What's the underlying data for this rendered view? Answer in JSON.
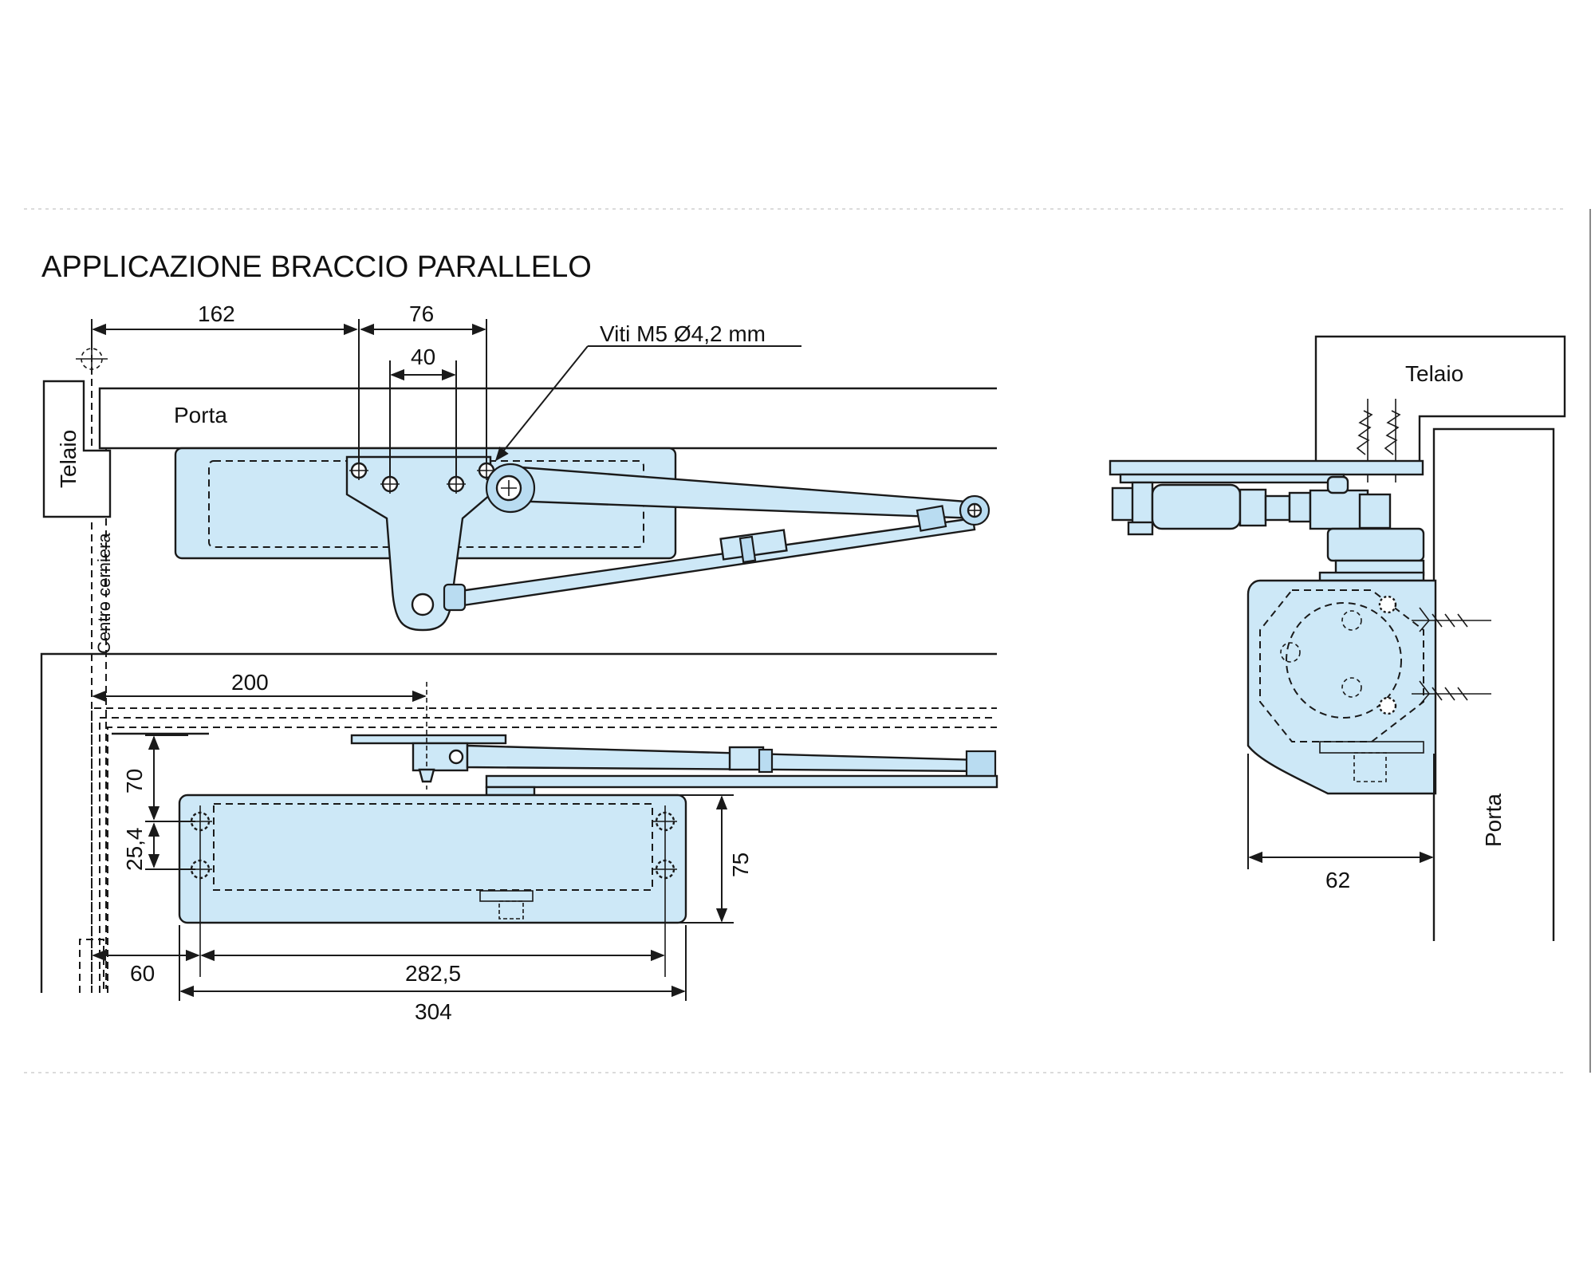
{
  "title": "APPLICAZIONE BRACCIO PARALLELO",
  "labels": {
    "porta": "Porta",
    "telaio": "Telaio",
    "centro_cerniera": "Centro cerniera",
    "viti": "Viti M5 Ø4,2 mm",
    "telaio_side": "Telaio",
    "porta_side": "Porta"
  },
  "dimensions": {
    "d162": "162",
    "d76": "76",
    "d40": "40",
    "d200": "200",
    "d70": "70",
    "d25_4": "25,4",
    "d75": "75",
    "d60": "60",
    "d282_5": "282,5",
    "d304": "304",
    "d62": "62"
  },
  "colors": {
    "part_fill": "#cde8f7",
    "line": "#1a1a1a"
  }
}
